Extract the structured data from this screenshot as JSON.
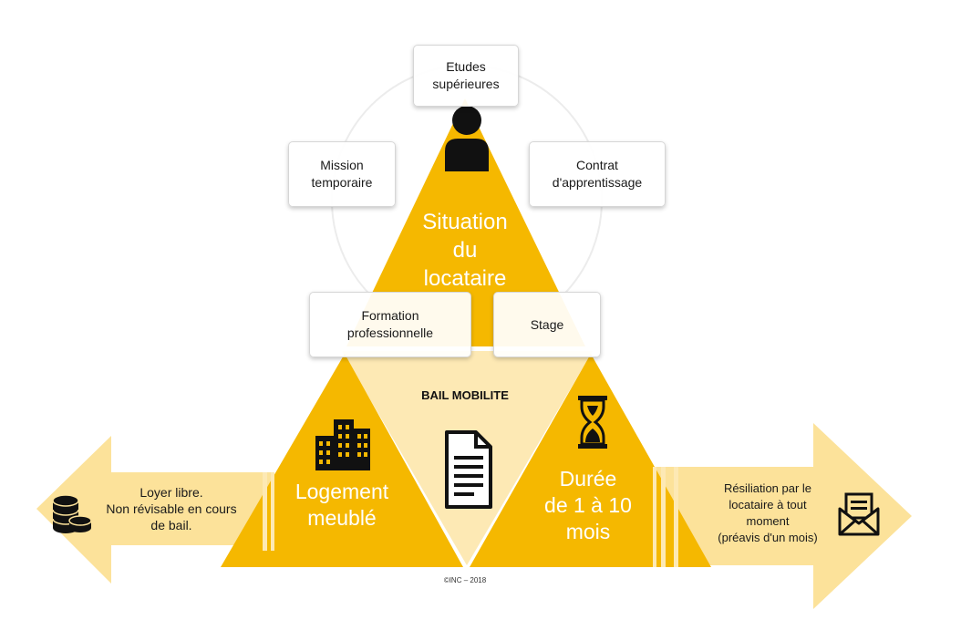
{
  "colors": {
    "triangle": "#f5b800",
    "arrow": "#fce29a",
    "center": "#fde9b4",
    "icon": "#111111"
  },
  "center": {
    "title": "BAIL MOBILITE",
    "situation": "Situation\ndu\nlocataire",
    "logement": "Logement\nmeublé",
    "duree": "Durée\nde 1 à 10\nmois",
    "copyright": "©INC – 2018"
  },
  "boxes": {
    "etudes": "Etudes\nsupérieures",
    "mission": "Mission\ntemporaire",
    "contrat": "Contrat\nd'apprentissage",
    "formation": "Formation\nprofessionnelle",
    "stage": "Stage"
  },
  "arrows": {
    "left_text": "Loyer libre.\nNon révisable en cours\nde bail.",
    "right_text": "Résiliation par le\nlocataire à tout\nmoment\n(préavis d'un mois)"
  },
  "icons": {
    "person": "person-icon",
    "buildings": "buildings-icon",
    "document": "document-icon",
    "hourglass": "hourglass-icon",
    "coins": "coins-icon",
    "envelope": "envelope-icon"
  }
}
